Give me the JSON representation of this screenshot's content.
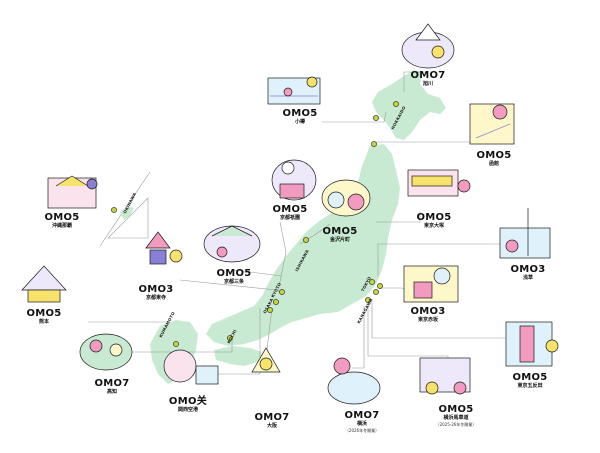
{
  "colors": {
    "land": "#c8ead3",
    "line": "#9a9a9a",
    "pin": "#c6d53b",
    "ink": "#1a1a1a",
    "accent_purple": "#8a7fd6",
    "accent_pink": "#f19bc0",
    "accent_yellow": "#f7e36b",
    "accent_blue": "#7fc3e8"
  },
  "hotels": [
    {
      "id": "asahikawa",
      "brand": "OMO7",
      "name": "旭川",
      "note": ""
    },
    {
      "id": "otaru",
      "brand": "OMO5",
      "name": "小樽",
      "note": ""
    },
    {
      "id": "hakodate",
      "brand": "OMO5",
      "name": "函館",
      "note": ""
    },
    {
      "id": "naha",
      "brand": "OMO5",
      "name": "沖縄那覇",
      "note": ""
    },
    {
      "id": "gion",
      "brand": "OMO5",
      "name": "京都祇園",
      "note": ""
    },
    {
      "id": "kanazawa",
      "brand": "OMO5",
      "name": "金沢片町",
      "note": ""
    },
    {
      "id": "otsuka",
      "brand": "OMO5",
      "name": "東京大塚",
      "note": ""
    },
    {
      "id": "asakusa",
      "brand": "OMO3",
      "name": "浅草",
      "note": ""
    },
    {
      "id": "toji",
      "brand": "OMO3",
      "name": "京都東寺",
      "note": ""
    },
    {
      "id": "sanjo",
      "brand": "OMO5",
      "name": "京都三条",
      "note": ""
    },
    {
      "id": "akasaka",
      "brand": "OMO3",
      "name": "東京赤坂",
      "note": ""
    },
    {
      "id": "kumamoto",
      "brand": "OMO5",
      "name": "熊本",
      "note": ""
    },
    {
      "id": "gotanda",
      "brand": "OMO5",
      "name": "東京五反田",
      "note": ""
    },
    {
      "id": "kochi",
      "brand": "OMO7",
      "name": "高知",
      "note": ""
    },
    {
      "id": "kansai",
      "brand": "OMO关",
      "name": "関西空港",
      "note": ""
    },
    {
      "id": "osaka",
      "brand": "OMO7",
      "name": "大阪",
      "note": ""
    },
    {
      "id": "yokohama",
      "brand": "OMO7",
      "name": "横浜",
      "note": "（2026年冬開業）"
    },
    {
      "id": "bashamichi",
      "brand": "OMO5",
      "name": "横浜馬車道",
      "note": "（2025-26年冬開業）"
    }
  ],
  "prefectures": [
    {
      "id": "hokkaido",
      "label": "HOKKAIDO"
    },
    {
      "id": "okinawa",
      "label": "OKINAWA"
    },
    {
      "id": "ishikawa",
      "label": "ISHIKAWA"
    },
    {
      "id": "kyoto",
      "label": "KYOTO"
    },
    {
      "id": "osaka",
      "label": "OSAKA"
    },
    {
      "id": "tokyo",
      "label": "TOKYO"
    },
    {
      "id": "kanagawa",
      "label": "KANAGAWA"
    },
    {
      "id": "kumamoto",
      "label": "KUMAMOTO"
    },
    {
      "id": "kochi",
      "label": "KOCHI"
    }
  ]
}
